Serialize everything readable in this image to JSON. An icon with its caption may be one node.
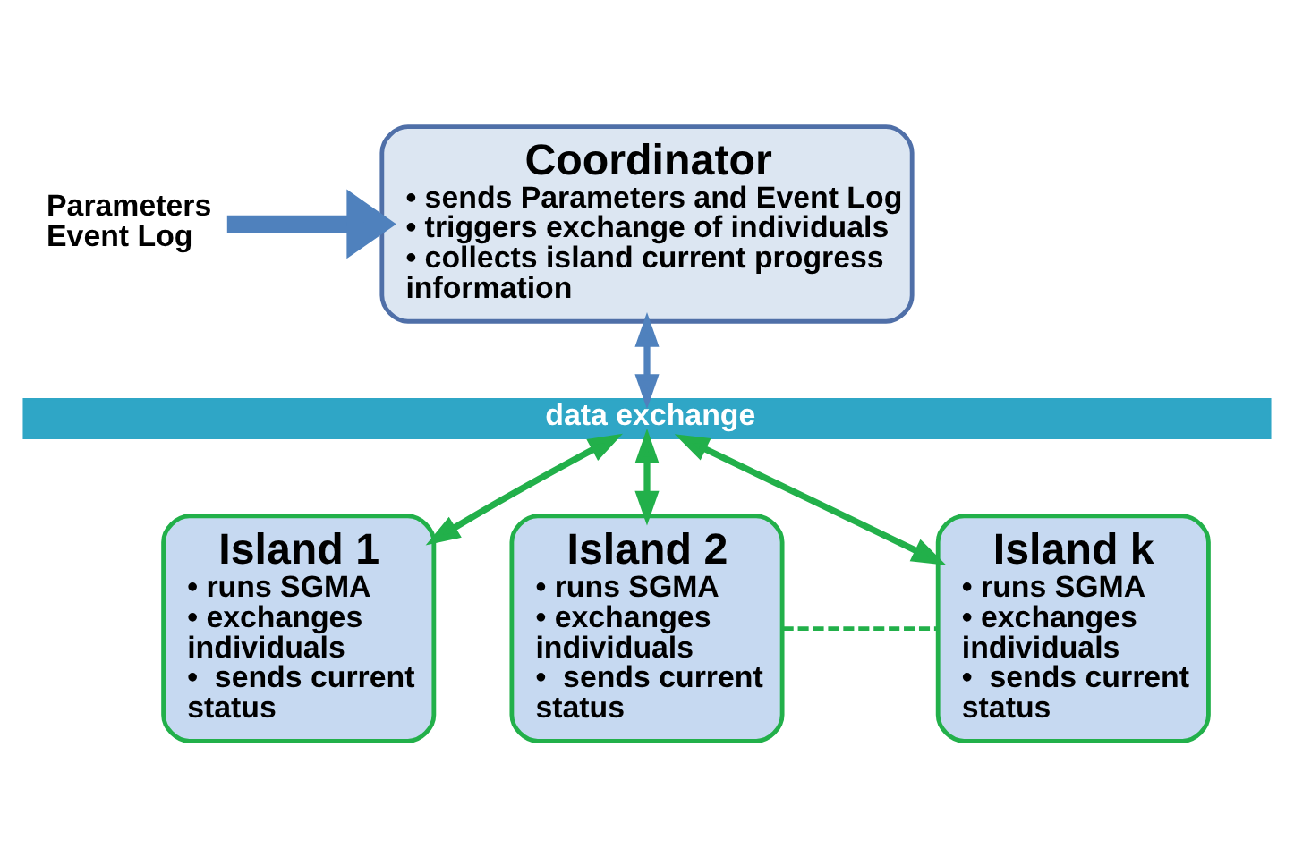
{
  "diagram": {
    "nodes": [
      {
        "text": [
          "Parameters Event Log"
        ]
      },
      {
        "text": [
          "Coordinator",
          "• sends Parameters and Event Log",
          "• triggers exchange of individuals",
          "• collects island current progress information"
        ]
      },
      {
        "text": [
          "data exchange"
        ]
      },
      {
        "text": [
          "Island 1",
          "• runs SGMA",
          "• exchanges individuals",
          "•  sends current status"
        ]
      },
      {
        "text": [
          "Island 2",
          "• runs SGMA",
          "• exchanges individuals",
          "•  sends current status"
        ]
      },
      {
        "text": [
          "Island k",
          "• runs SGMA",
          "• exchanges individuals",
          "•  sends current status"
        ]
      }
    ],
    "edges": [
      {
        "from": 0,
        "to": 1,
        "arrow": "to",
        "style": "thick",
        "color": "#4f81bd"
      },
      {
        "from": 1,
        "to": 2,
        "arrow": "both",
        "color": "#4f81bd"
      },
      {
        "from": 2,
        "to": 3,
        "arrow": "both",
        "color": "#22b04a"
      },
      {
        "from": 2,
        "to": 4,
        "arrow": "both",
        "color": "#22b04a"
      },
      {
        "from": 2,
        "to": 5,
        "arrow": "both",
        "color": "#22b04a"
      },
      {
        "from": 4,
        "to": 5,
        "arrow": "none",
        "style": "dashed",
        "color": "#22b04a"
      }
    ]
  }
}
